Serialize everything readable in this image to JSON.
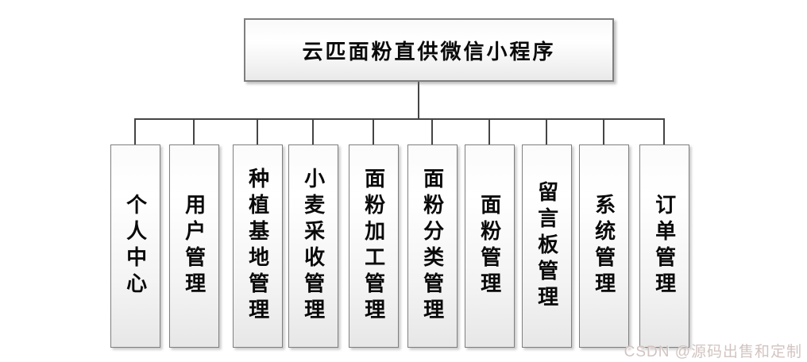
{
  "diagram": {
    "root": {
      "key": "root",
      "label": "云匹面粉直供微信小程序"
    },
    "children": [
      {
        "key": "personal-center",
        "label": "个人中心"
      },
      {
        "key": "user-management",
        "label": "用户管理"
      },
      {
        "key": "planting-base-management",
        "label": "种植基地管理"
      },
      {
        "key": "wheat-harvest-management",
        "label": "小麦采收管理"
      },
      {
        "key": "flour-processing-management",
        "label": "面粉加工管理"
      },
      {
        "key": "flour-category-management",
        "label": "面粉分类管理"
      },
      {
        "key": "flour-management",
        "label": "面粉管理"
      },
      {
        "key": "message-board-management",
        "label": "留言板管理"
      },
      {
        "key": "system-management",
        "label": "系统管理"
      },
      {
        "key": "order-management",
        "label": "订单管理"
      }
    ]
  },
  "watermark": {
    "text": "CSDN @源码出售和定制"
  },
  "colors": {
    "background": "#ffffff",
    "connector": "#454545",
    "node_border": "#7f7f7f",
    "node_fill_top": "#ffffff",
    "node_fill_bottom": "#e8e8e8",
    "text": "#0a0a0a",
    "watermark": "#d2c4c2"
  }
}
